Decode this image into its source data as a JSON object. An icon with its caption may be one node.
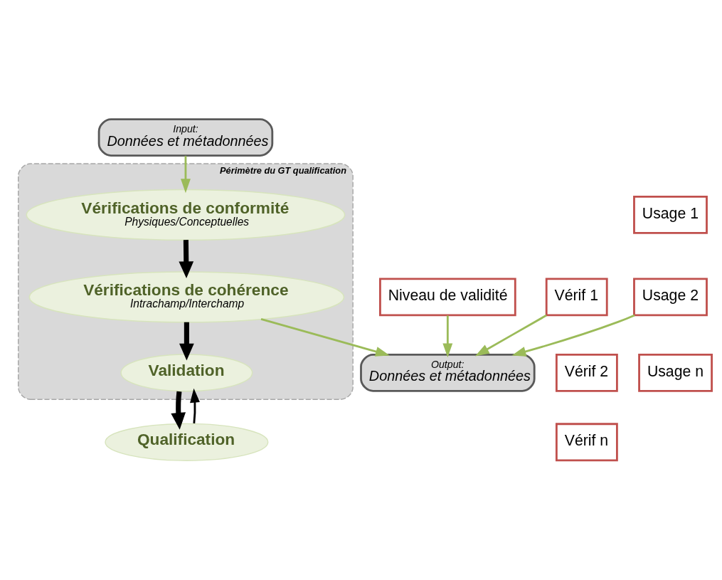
{
  "diagram": {
    "nodes": [
      {
        "text": [
          "Input:",
          "Données et métadonnées"
        ]
      },
      {
        "text": [
          "Périmètre du GT qualification"
        ]
      },
      {
        "text": [
          "Vérifications de conformité",
          "Physiques/Conceptuelles"
        ],
        "in": 1
      },
      {
        "text": [
          "Vérif 1"
        ]
      },
      {
        "text": [
          "Vérif 2"
        ]
      },
      {
        "text": [
          "Vérif n"
        ]
      },
      {
        "text": [
          "Vérifications de cohérence",
          "Intrachamp/Interchamp"
        ],
        "in": 1
      },
      {
        "text": [
          "Validation"
        ],
        "in": 1
      },
      {
        "text": [
          "Niveau de validité"
        ]
      },
      {
        "text": [
          "Qualification"
        ]
      },
      {
        "text": [
          "Usage 1"
        ]
      },
      {
        "text": [
          "Usage 2"
        ]
      },
      {
        "text": [
          "Usage n"
        ]
      },
      {
        "text": [
          "Output:",
          "Données et métadonnées"
        ]
      }
    ],
    "edges": [
      {
        "from": 0,
        "to": 2,
        "arrow": "to"
      },
      {
        "from": 2,
        "to": 6,
        "arrow": "to",
        "style": "thick",
        "color": "#000000"
      },
      {
        "from": 6,
        "to": 7,
        "arrow": "to",
        "style": "thick",
        "color": "#000000"
      },
      {
        "from": 7,
        "to": 9,
        "arrow": "to",
        "style": "thick",
        "color": "#000000"
      },
      {
        "from": 9,
        "to": 7,
        "arrow": "to",
        "color": "#000000"
      },
      {
        "from": 3,
        "to": 13,
        "arrow": "to"
      },
      {
        "from": 6,
        "to": 13,
        "arrow": "to"
      },
      {
        "from": 8,
        "to": 13,
        "arrow": "to"
      },
      {
        "from": 11,
        "to": 13,
        "arrow": "to"
      }
    ]
  }
}
